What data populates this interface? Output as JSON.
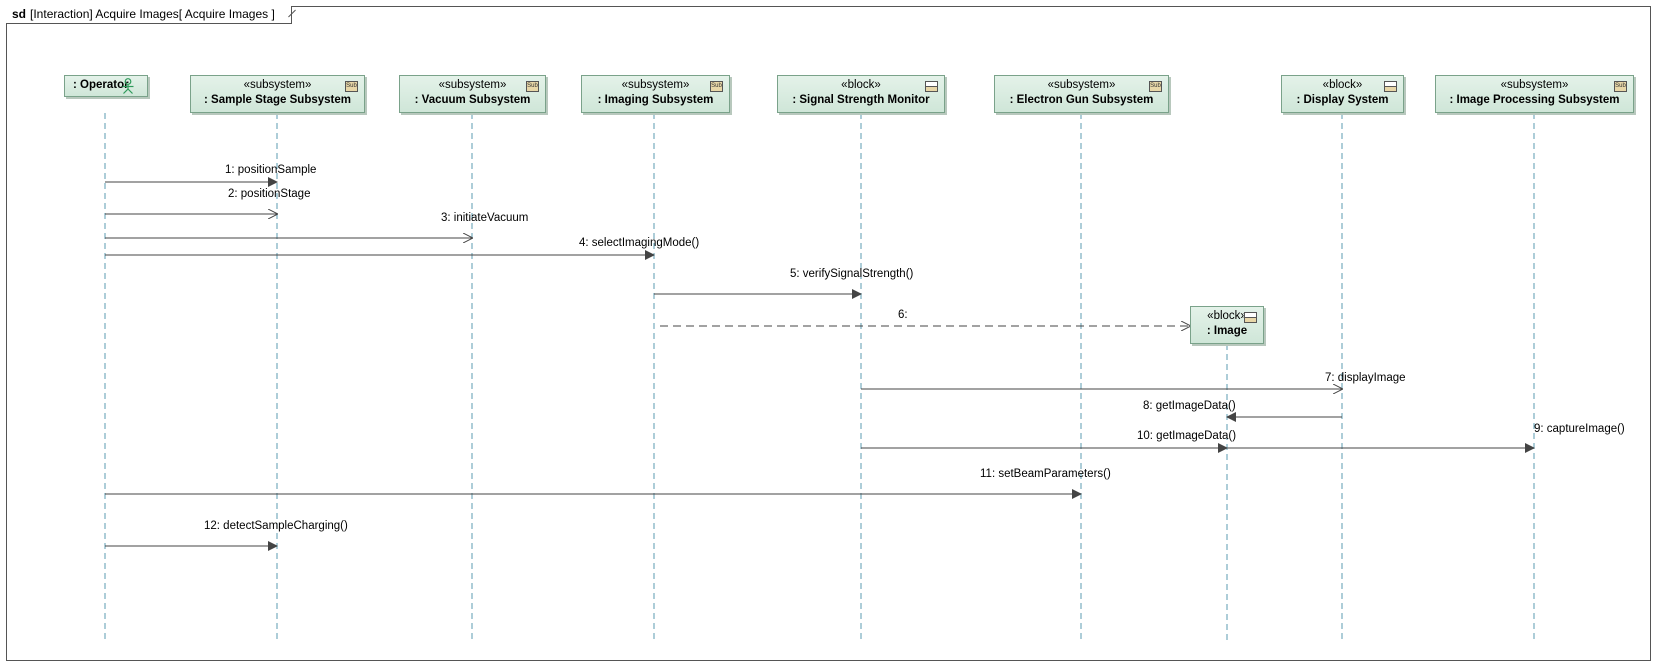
{
  "frame": {
    "keyword": "sd",
    "title": "[Interaction] Acquire Images[ Acquire Images ]"
  },
  "lifelines": [
    {
      "id": "operator",
      "stereotype": "",
      "name": ": Operator",
      "icon": "actor-icon"
    },
    {
      "id": "stage",
      "stereotype": "«subsystem»",
      "name": ": Sample Stage Subsystem",
      "icon": "subsystem-icon"
    },
    {
      "id": "vacuum",
      "stereotype": "«subsystem»",
      "name": ": Vacuum Subsystem",
      "icon": "subsystem-icon"
    },
    {
      "id": "imaging",
      "stereotype": "«subsystem»",
      "name": ": Imaging Subsystem",
      "icon": "subsystem-icon"
    },
    {
      "id": "signal",
      "stereotype": "«block»",
      "name": ": Signal Strength Monitor",
      "icon": "block-icon"
    },
    {
      "id": "gun",
      "stereotype": "«subsystem»",
      "name": ": Electron Gun Subsystem",
      "icon": "subsystem-icon"
    },
    {
      "id": "image",
      "stereotype": "«block»",
      "name": ": Image",
      "icon": "block-icon"
    },
    {
      "id": "display",
      "stereotype": "«block»",
      "name": ": Display System",
      "icon": "block-icon"
    },
    {
      "id": "processing",
      "stereotype": "«subsystem»",
      "name": ": Image Processing Subsystem",
      "icon": "subsystem-icon"
    }
  ],
  "messages": [
    {
      "label": "1: positionSample",
      "from": "operator",
      "to": "stage",
      "kind": "sync"
    },
    {
      "label": "2: positionStage",
      "from": "operator",
      "to": "stage",
      "kind": "async"
    },
    {
      "label": "3: initiateVacuum",
      "from": "operator",
      "to": "vacuum",
      "kind": "async"
    },
    {
      "label": "4: selectImagingMode()",
      "from": "operator",
      "to": "imaging",
      "kind": "sync"
    },
    {
      "label": "5: verifySignalStrength()",
      "from": "imaging",
      "to": "signal",
      "kind": "sync"
    },
    {
      "label": "6:",
      "from": "imaging",
      "to": "image",
      "kind": "create"
    },
    {
      "label": "7: displayImage",
      "from": "signal",
      "to": "display",
      "kind": "async"
    },
    {
      "label": "8: getImageData()",
      "from": "display",
      "to": "image",
      "kind": "sync"
    },
    {
      "label": "9: captureImage()",
      "from": "image",
      "to": "processing",
      "kind": "sync"
    },
    {
      "label": "10: getImageData()",
      "from": "signal",
      "to": "image",
      "kind": "sync"
    },
    {
      "label": "11: setBeamParameters()",
      "from": "operator",
      "to": "gun",
      "kind": "sync"
    },
    {
      "label": "12: detectSampleCharging()",
      "from": "operator",
      "to": "stage",
      "kind": "sync"
    }
  ],
  "colors": {
    "head_fill": "#d9ede1",
    "head_border": "#7aa28a",
    "lifeline": "#5b9bb2",
    "line": "#444444"
  }
}
